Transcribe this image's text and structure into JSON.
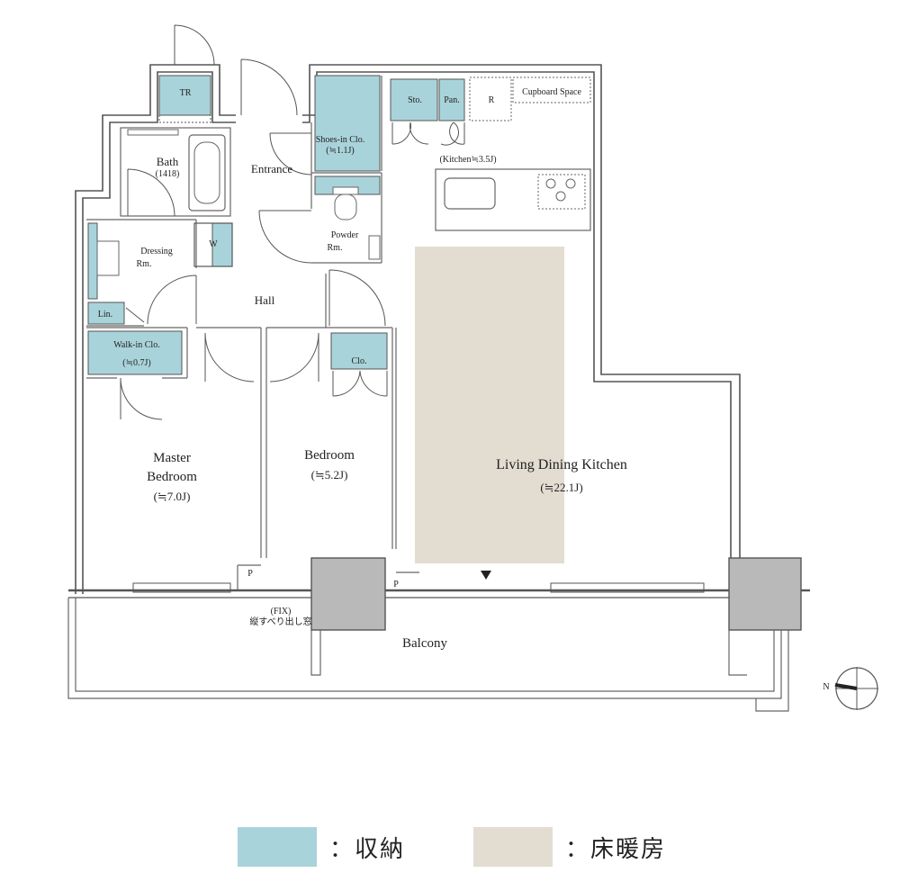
{
  "colors": {
    "storage": "#a9d3da",
    "floor_heating": "#e3ddd1",
    "wall": "#555555",
    "pillar": "#b9b9b9"
  },
  "rooms": {
    "tr": "TR",
    "bath": "Bath",
    "bath_size": "(1418)",
    "entrance": "Entrance",
    "shoes_clo": "Shoes-in Clo.",
    "shoes_clo_size": "(≒1.1J)",
    "sto": "Sto.",
    "pan": "Pan.",
    "refrigerator": "R",
    "cupboard": "Cupboard Space",
    "kitchen": "(Kitchen≒3.5J)",
    "dressing": "Dressing",
    "dressing2": "Rm.",
    "washer": "W",
    "powder": "Powder",
    "powder2": "Rm.",
    "hall": "Hall",
    "linen": "Lin.",
    "walkin_clo": "Walk-in Clo.",
    "walkin_clo_size": "(≒0.7J)",
    "clo": "Clo.",
    "master1": "Master",
    "master2": "Bedroom",
    "master_size": "(≒7.0J)",
    "bedroom": "Bedroom",
    "bedroom_size": "(≒5.2J)",
    "ldk": "Living Dining Kitchen",
    "ldk_size": "(≒22.1J)",
    "pipe1": "P",
    "pipe2": "P",
    "fix": "(FIX)",
    "window_note": "縦すべり出し窓",
    "balcony": "Balcony",
    "north": "N"
  },
  "legend": {
    "storage_label": "：収納",
    "floor_heating_label": "：床暖房"
  }
}
